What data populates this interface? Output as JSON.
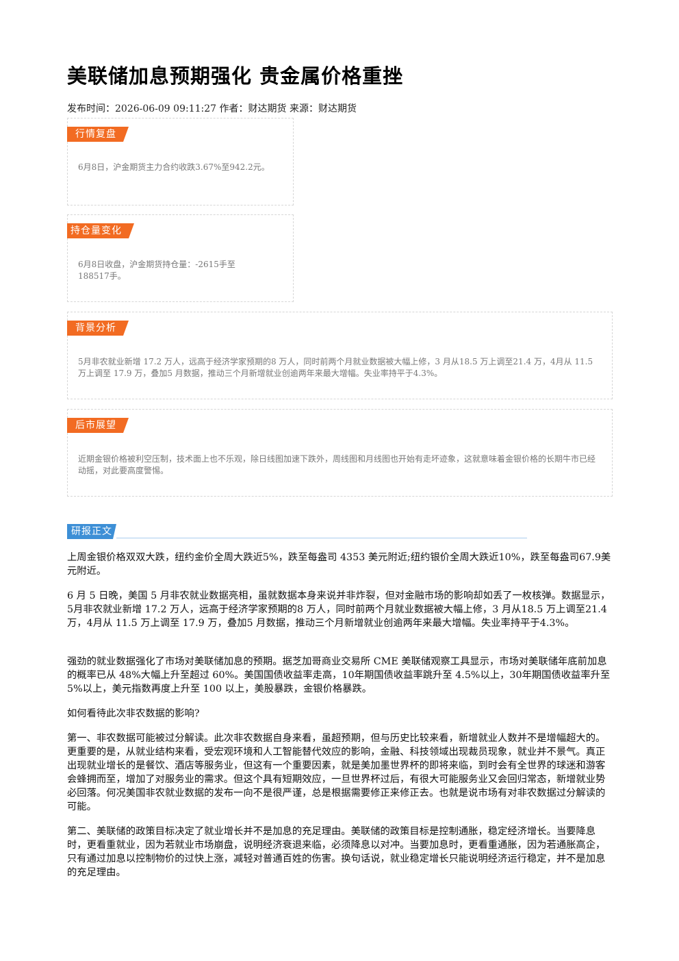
{
  "article": {
    "title": "美联储加息预期强化 贵金属价格重挫",
    "meta": "发布时间：2026-06-09 09:11:27 作者：财达期货 来源：财达期货"
  },
  "sections": {
    "market": {
      "tag": "行情复盘",
      "text": "6月8日，沪金期货主力合约收跌3.67%至942.2元。"
    },
    "position": {
      "tag": "持仓量变化",
      "text": "6月8日收盘，沪金期货持仓量：-2615手至188517手。"
    },
    "background": {
      "tag": "背景分析",
      "text": "5月非农就业新增 17.2 万人，远高于经济学家预期的8 万人，同时前两个月就业数据被大幅上修，3 月从18.5 万上调至21.4 万，4月从 11.5 万上调至 17.9 万，叠加5 月数据，推动三个月新增就业创逾两年来最大增幅。失业率持平于4.3%。"
    },
    "outlook": {
      "tag": "后市展望",
      "text": "近期金银价格被利空压制，技术面上也不乐观，除日线图加速下跌外，周线图和月线图也开始有走坏迹象，这就意味着金银价格的长期牛市已经动摇，对此要高度警惕。"
    }
  },
  "report": {
    "tag": "研报正文",
    "paragraphs": [
      "上周金银价格双双大跌，纽约金价全周大跌近5%，跌至每盎司 4353 美元附近;纽约银价全周大跌近10%，跌至每盎司67.9美元附近。",
      "6 月 5 日晚，美国 5 月非农就业数据亮相，虽就数据本身来说并非炸裂，但对金融市场的影响却如丢了一枚核弹。数据显示，5月非农就业新增 17.2 万人，远高于经济学家预期的8 万人，同时前两个月就业数据被大幅上修，3 月从18.5 万上调至21.4万，4月从 11.5 万上调至 17.9 万，叠加5 月数据，推动三个月新增就业创逾两年来最大增幅。失业率持平于4.3%。",
      "强劲的就业数据强化了市场对美联储加息的预期。据芝加哥商业交易所 CME 美联储观察工具显示，市场对美联储年底前加息的概率已从 48%大幅上升至超过 60%。美国国债收益率走高，10年期国债收益率跳升至 4.5%以上，30年期国债收益率升至5%以上，美元指数再度上升至 100 以上，美股暴跌，金银价格暴跌。",
      "如何看待此次非农数据的影响?",
      "第一、非农数据可能被过分解读。此次非农数据自身来看，虽超预期，但与历史比较来看，新增就业人数并不是增幅超大的。更重要的是，从就业结构来看，受宏观环境和人工智能替代效应的影响，金融、科技领域出现裁员现象，就业并不景气。真正出现就业增长的是餐饮、酒店等服务业，但这有一个重要因素，就是美加墨世界杯的即将来临，到时会有全世界的球迷和游客会蜂拥而至，增加了对服务业的需求。但这个具有短期效应，一旦世界杯过后，有很大可能服务业又会回归常态，新增就业势必回落。何况美国非农就业数据的发布一向不是很严谨，总是根据需要修正来修正去。也就是说市场有对非农数据过分解读的可能。",
      "第二、美联储的政策目标决定了就业增长并不是加息的充足理由。美联储的政策目标是控制通胀，稳定经济增长。当要降息时，更看重就业，因为若就业市场崩盘，说明经济衰退来临，必须降息以对冲。当要加息时，更看重通胀，因为若通胀高企，只有通过加息以控制物价的过快上涨，减轻对普通百姓的伤害。换句话说，就业稳定增长只能说明经济运行稳定，并不是加息的充足理由。"
    ]
  }
}
